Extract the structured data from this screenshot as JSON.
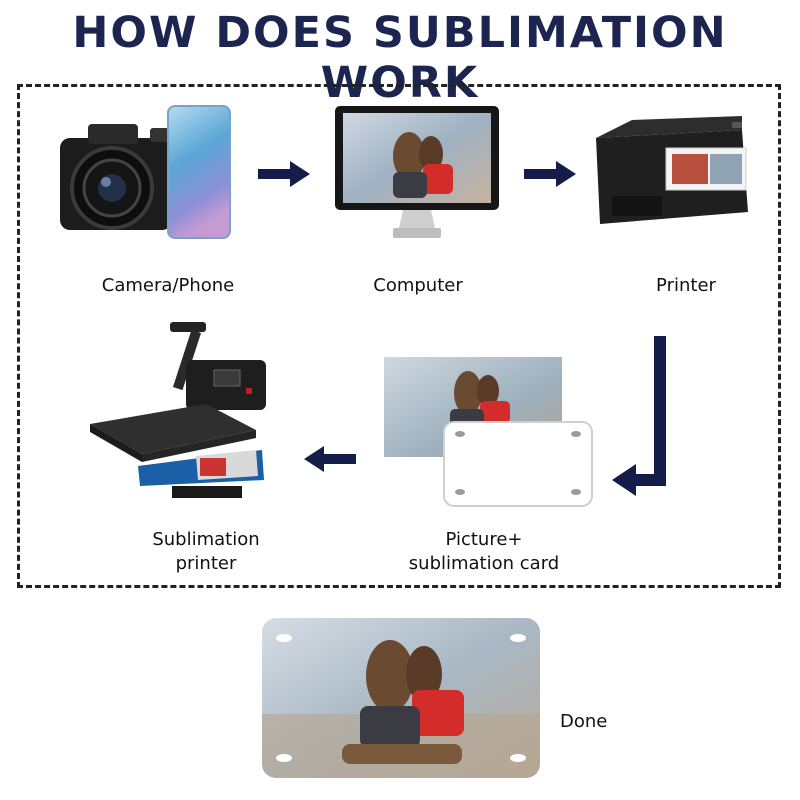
{
  "title": "HOW DOES SUBLIMATION WORK",
  "steps": {
    "camera_phone": "Camera/Phone",
    "computer": "Computer",
    "printer": "Printer",
    "sublimation_printer_line1": "Sublimation",
    "sublimation_printer_line2": "printer",
    "picture_card_line1": "Picture+",
    "picture_card_line2": "sublimation card",
    "done": "Done"
  },
  "colors": {
    "title": "#1b2550",
    "arrow": "#141c4a",
    "frame": "#222222"
  },
  "icons": [
    "camera-icon",
    "phone-icon",
    "computer-monitor-icon",
    "printer-icon",
    "heat-press-icon",
    "photo-print-icon",
    "sublimation-card-icon",
    "finished-plate-icon"
  ]
}
